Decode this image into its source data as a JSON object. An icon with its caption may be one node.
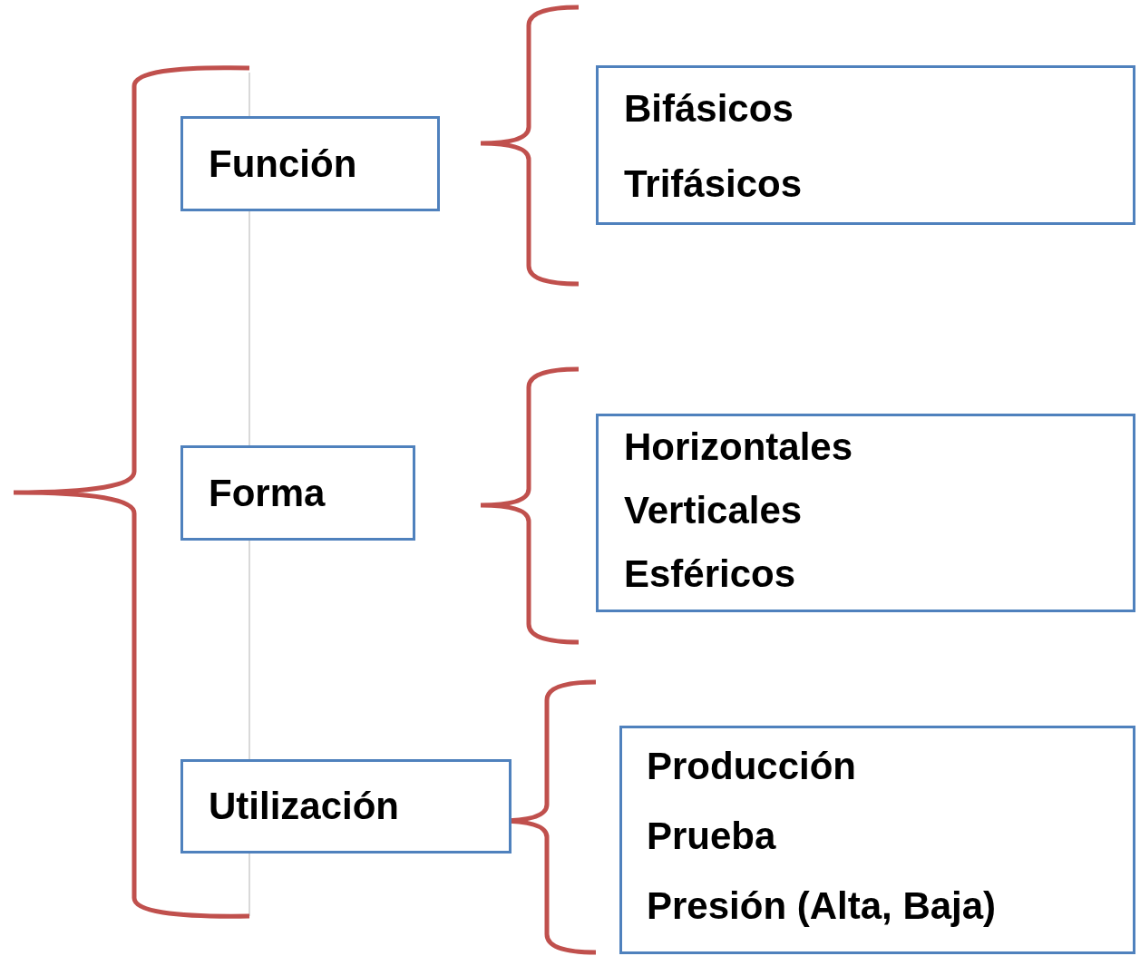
{
  "diagram": {
    "nodes": [
      {
        "text": [
          "Función"
        ]
      },
      {
        "text": [
          "Bifásicos",
          "Trifásicos"
        ]
      },
      {
        "text": [
          "Forma"
        ]
      },
      {
        "text": [
          "Horizontales",
          "Verticales",
          "Esféricos"
        ]
      },
      {
        "text": [
          "Utilización"
        ]
      },
      {
        "text": [
          "Producción",
          "Prueba",
          "Presión (Alta, Baja)"
        ]
      }
    ]
  }
}
